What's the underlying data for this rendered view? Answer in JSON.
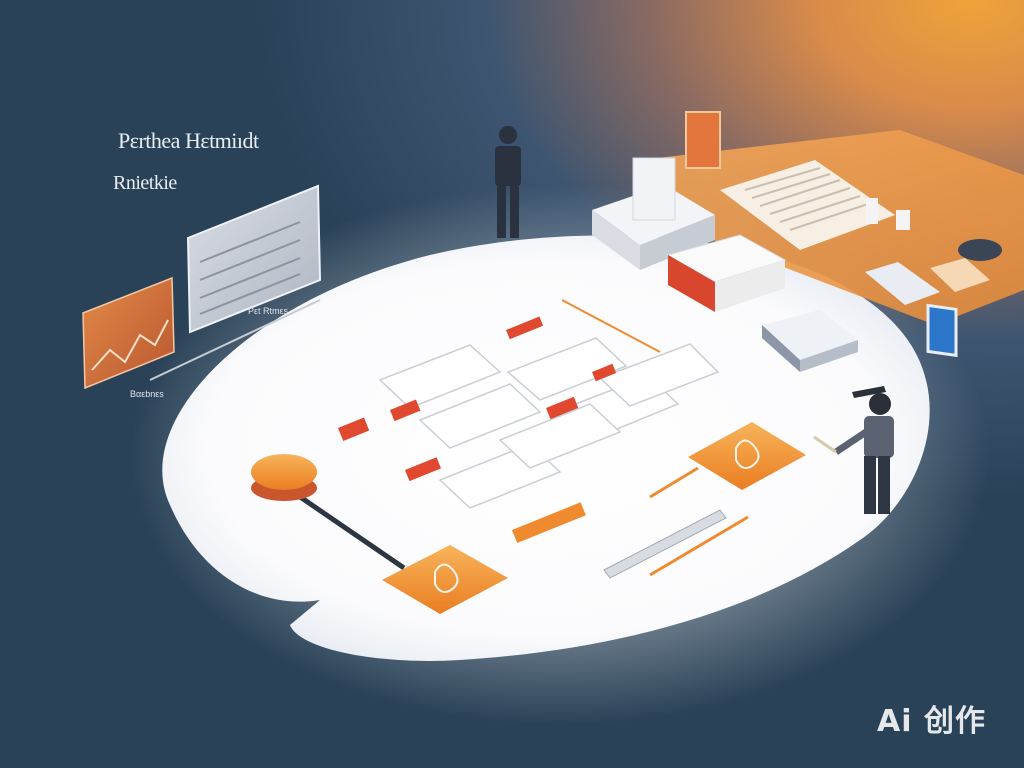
{
  "title": {
    "line1": "Pεrthea Hεtmiıdt",
    "line2": "Rnietkie"
  },
  "labels": {
    "chart_label_1": "Pεt Rtmεs",
    "chart_label_2": "Bαεbnεs"
  },
  "watermark": "Ai 创作",
  "colors": {
    "background_dark": "#2a4258",
    "background_warm": "#f0a23a",
    "accent_orange": "#f08a2e",
    "accent_red": "#d9462e",
    "platform_white": "#ffffff"
  }
}
